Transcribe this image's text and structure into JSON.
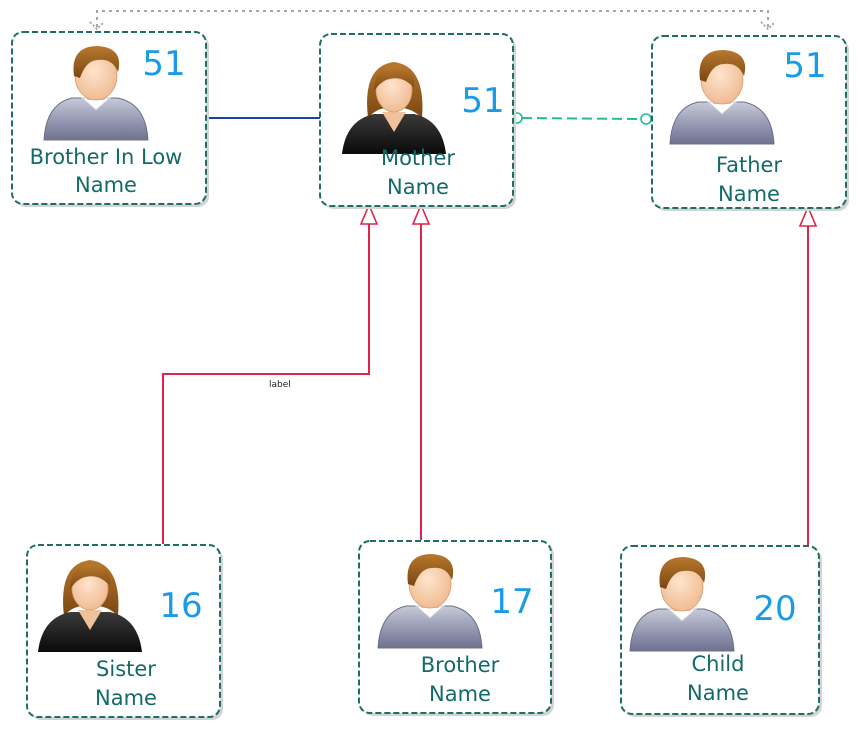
{
  "colors": {
    "card_border": "#1f6f66",
    "age_text": "#1a9be8",
    "name_text": "#146a68",
    "inheritance_line": "#e0244a",
    "spouse_line": "#1b3fb0",
    "partner_dashed": "#22bb99",
    "top_dotted": "#a6a6a6"
  },
  "people": [
    {
      "id": "brother-in-law",
      "icon": "man-avatar-icon",
      "age": "51",
      "name_line1": "Brother In Low",
      "name_line2": "Name"
    },
    {
      "id": "mother",
      "icon": "woman-avatar-icon",
      "age": "51",
      "name_line1": "Mother",
      "name_line2": "Name"
    },
    {
      "id": "father",
      "icon": "man-avatar-icon",
      "age": "51",
      "name_line1": "Father",
      "name_line2": "Name"
    },
    {
      "id": "sister",
      "icon": "woman-avatar-icon",
      "age": "16",
      "name_line1": "Sister",
      "name_line2": "Name"
    },
    {
      "id": "brother",
      "icon": "man-avatar-icon",
      "age": "17",
      "name_line1": "Brother",
      "name_line2": "Name"
    },
    {
      "id": "child",
      "icon": "man-avatar-icon",
      "age": "20",
      "name_line1": "Child",
      "name_line2": "Name"
    }
  ],
  "edges": [
    {
      "id": "sister-to-mother",
      "type": "inheritance",
      "label": "label"
    },
    {
      "id": "brother-to-mother",
      "type": "inheritance",
      "label": ""
    },
    {
      "id": "child-to-father",
      "type": "inheritance",
      "label": ""
    },
    {
      "id": "brother-in-law-to-mother",
      "type": "association",
      "label": ""
    },
    {
      "id": "mother-to-father",
      "type": "dashed-association",
      "label": ""
    },
    {
      "id": "brother-in-law-to-father",
      "type": "dotted-dependency",
      "label": ""
    }
  ]
}
